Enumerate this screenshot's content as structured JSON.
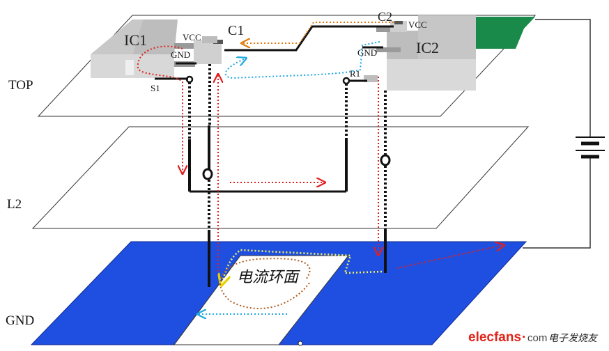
{
  "layers": {
    "top": "TOP",
    "l2": "L2",
    "gnd": "GND"
  },
  "components": {
    "ic1": "IC1",
    "ic2": "IC2",
    "c1": "C1",
    "c2": "C2",
    "vcc_left": "VCC",
    "vcc_right": "VCC",
    "gnd_left": "GND",
    "gnd_right": "GND",
    "s1": "S1",
    "r1": "R1"
  },
  "loop_label": "电流环面",
  "watermark": {
    "brand": "elecfans",
    "dot": "·",
    "com": "com",
    "cn": "电子发烧友"
  },
  "colors": {
    "gnd_plane": "#1f4fe0",
    "ic_body": "#cfcfcf",
    "green_pad": "#1a8a4a",
    "trace": "#111111",
    "current_red": "#e02020",
    "current_orange": "#e07a10",
    "current_cyan": "#20a8e0",
    "current_yellow": "#f0f060",
    "current_brown": "#b05a1a"
  }
}
